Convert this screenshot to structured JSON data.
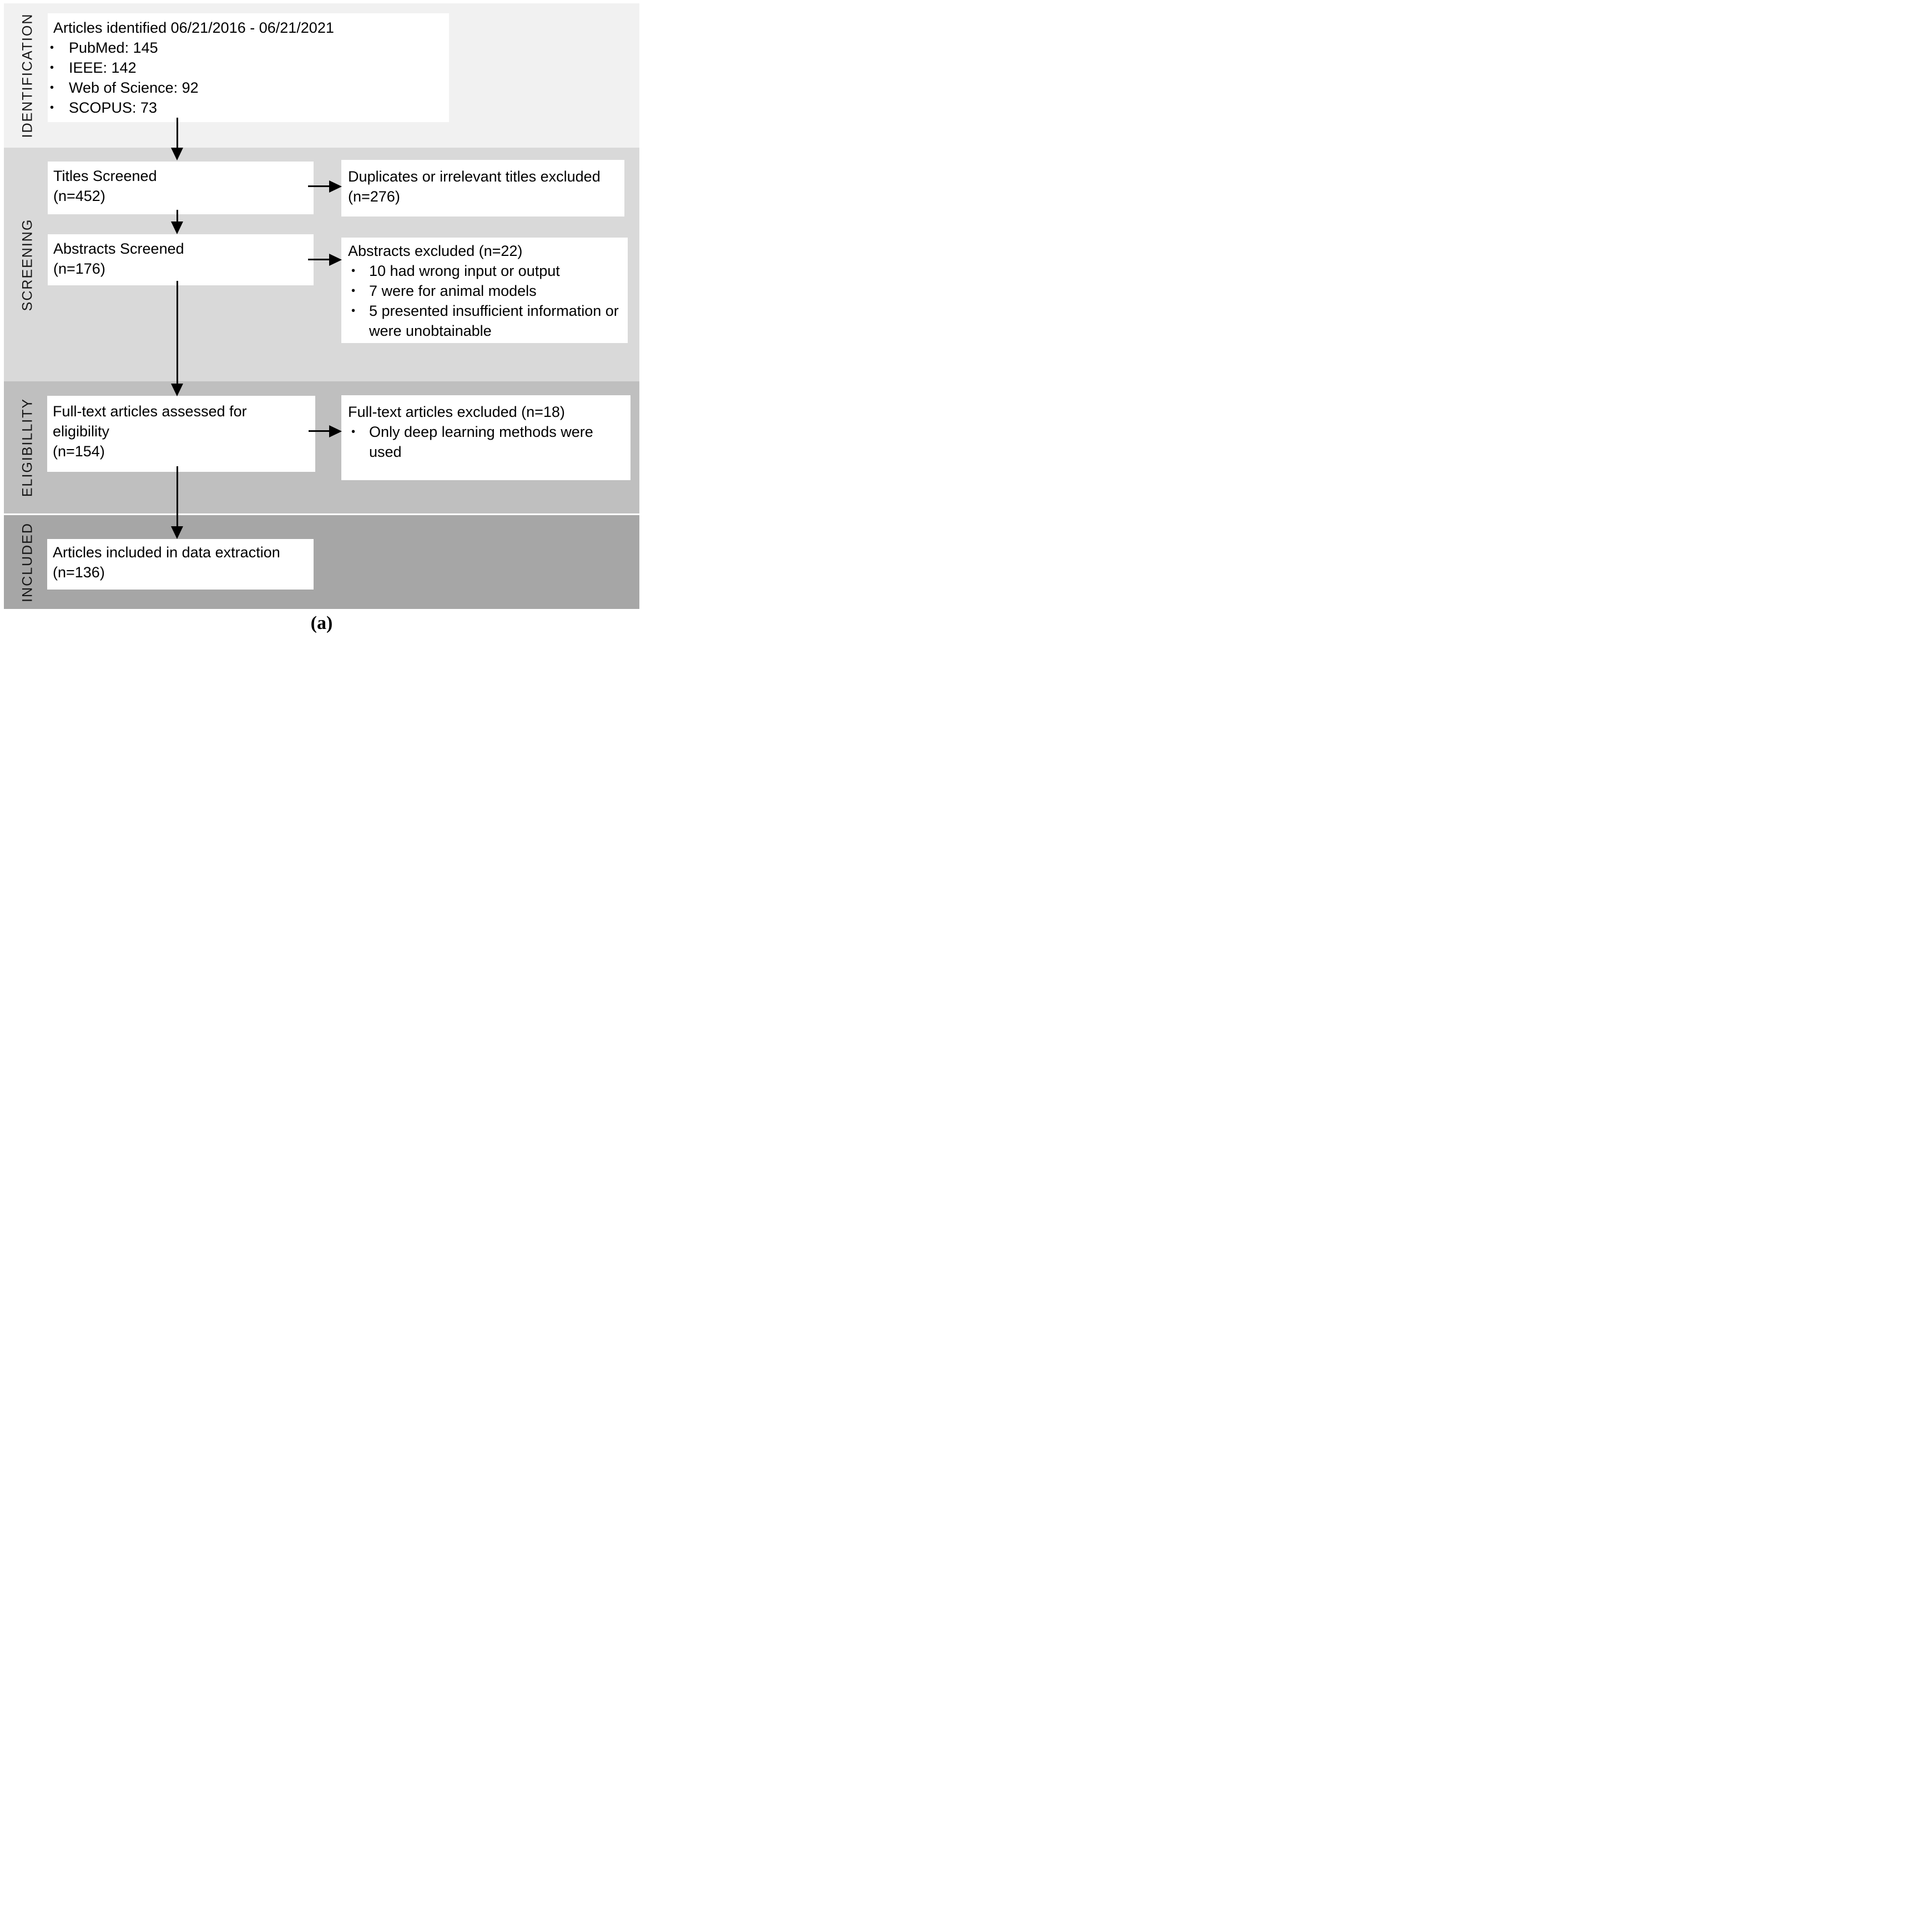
{
  "glyphs": {
    "bullet": "•"
  },
  "bands": [
    {
      "label": "IDENTIFICATION",
      "color": "#f1f1f1"
    },
    {
      "label": "SCREENING",
      "color": "#d9d9d9"
    },
    {
      "label": "ELIGIBILLITY",
      "color": "#bfbfbf"
    },
    {
      "label": "INCLUDED",
      "color": "#a6a6a6"
    }
  ],
  "boxes": {
    "identified": {
      "title": "Articles identified 06/21/2016 -  06/21/2021",
      "bullets": [
        "PubMed: 145",
        "IEEE: 142",
        "Web of Science: 92",
        "SCOPUS: 73"
      ]
    },
    "titles_screened": {
      "lines": [
        "Titles Screened",
        "(n=452)"
      ]
    },
    "duplicates_excluded": {
      "lines": [
        "Duplicates or irrelevant titles excluded",
        "(n=276)"
      ]
    },
    "abstracts_screened": {
      "lines": [
        "Abstracts Screened",
        "(n=176)"
      ]
    },
    "abstracts_excluded": {
      "title": "Abstracts excluded (n=22)",
      "bullets": [
        "10 had wrong input or output",
        "7 were for animal models",
        "5 presented insufficient information or were unobtainable"
      ]
    },
    "fulltext_assessed": {
      "lines": [
        "Full-text articles assessed for",
        "eligibility",
        "(n=154)"
      ]
    },
    "fulltext_excluded": {
      "title": "Full-text articles excluded (n=18)",
      "bullets": [
        "Only deep learning methods were used"
      ]
    },
    "included": {
      "lines": [
        "Articles included in data extraction",
        "(n=136)"
      ]
    }
  },
  "caption": "(a)"
}
